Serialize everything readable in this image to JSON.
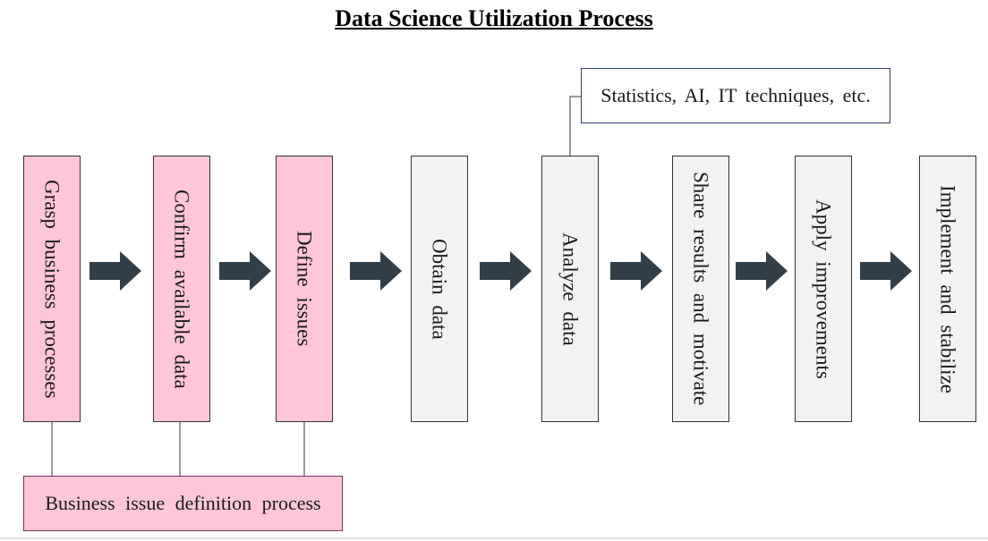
{
  "title": "Data Science Utilization Process",
  "steps": [
    {
      "label": "Grasp business processes",
      "fill": "pink"
    },
    {
      "label": "Confirm available data",
      "fill": "pink"
    },
    {
      "label": "Define issues",
      "fill": "pink"
    },
    {
      "label": "Obtain data",
      "fill": "gray"
    },
    {
      "label": "Analyze data",
      "fill": "gray"
    },
    {
      "label": "Share results and motivate",
      "fill": "gray"
    },
    {
      "label": "Apply improvements",
      "fill": "gray"
    },
    {
      "label": "Implement and stabilize",
      "fill": "gray"
    }
  ],
  "annotation": {
    "label": "Statistics, AI, IT techniques, etc."
  },
  "group": {
    "label": "Business issue definition process"
  },
  "colors": {
    "pink_fill": "#ffc6d9",
    "gray_fill": "#f2f2f2",
    "arrow": "#333f48"
  },
  "icons": {
    "arrow": "right-block-arrow-icon"
  }
}
